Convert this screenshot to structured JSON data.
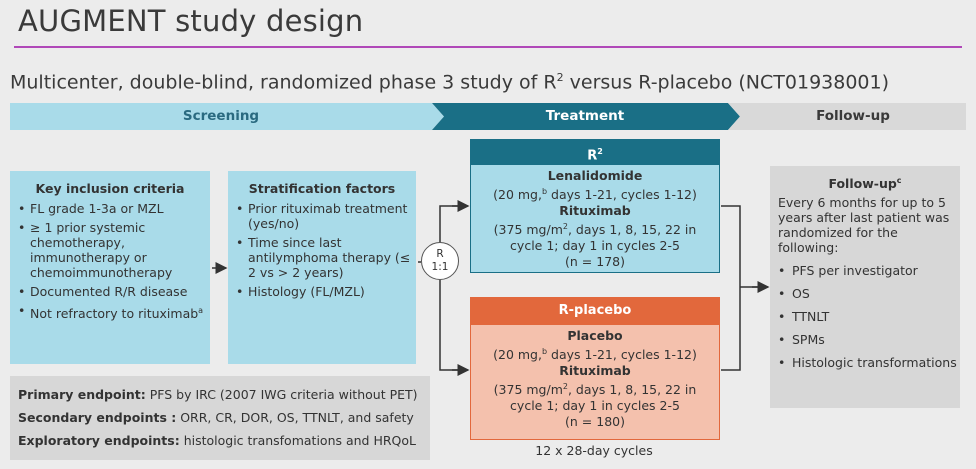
{
  "title": "AUGMENT study design",
  "subtitle": {
    "text": "Multicenter, double-blind, randomized phase 3 study of R",
    "sup": "2",
    "text2": " versus R-placebo (NCT01938001)"
  },
  "phases": {
    "screening": "Screening",
    "treatment": "Treatment",
    "followup": "Follow-up"
  },
  "inclusion": {
    "heading": "Key inclusion criteria",
    "items": [
      "FL grade 1-3a or MZL",
      "≥ 1 prior systemic chemotherapy, immunotherapy or chemoimmunotherapy",
      "Documented R/R disease",
      "Not refractory to rituximab"
    ],
    "last_item_sup": "a"
  },
  "stratification": {
    "heading": "Stratification factors",
    "items": [
      "Prior rituximab treatment (yes/no)",
      "Time since last antilymphoma therapy (≤ 2 vs > 2 years)",
      "Histology (FL/MZL)"
    ]
  },
  "randomization": {
    "line1": "R",
    "line2": "1:1"
  },
  "arm_r2": {
    "title": "R",
    "title_sup": "2",
    "drug1": "Lenalidomide",
    "dose1_a": "(20 mg,",
    "dose1_sup": "b",
    "dose1_b": " days 1-21, cycles 1-12)",
    "drug2": "Rituximab",
    "dose2_a": "(375 mg/m",
    "dose2_sup": "2",
    "dose2_b": ", days 1, 8, 15, 22 in cycle 1; day 1 in cycles 2-5",
    "n": "(n = 178)"
  },
  "arm_placebo": {
    "title": "R-placebo",
    "drug1": "Placebo",
    "dose1_a": "(20 mg,",
    "dose1_sup": "b",
    "dose1_b": " days 1-21, cycles 1-12)",
    "drug2": "Rituximab",
    "dose2_a": "(375 mg/m",
    "dose2_sup": "2",
    "dose2_b": ", days 1, 8, 15, 22 in cycle 1; day 1 in cycles 2-5",
    "n": "(n = 180)"
  },
  "cycles": "12 x 28-day cycles",
  "followup": {
    "heading": "Follow-up",
    "heading_sup": "c",
    "intro": "Every 6 months for up to 5 years after last patient was randomized for the following:",
    "items": [
      "PFS per investigator",
      "OS",
      "TTNLT",
      "SPMs",
      "Histologic transformations"
    ]
  },
  "endpoints": {
    "primary_label": "Primary endpoint:",
    "primary_text": " PFS by IRC (2007 IWG criteria without PET)",
    "secondary_label": "Secondary endpoints :",
    "secondary_text": " ORR, CR, DOR, OS, TTNLT, and safety",
    "exploratory_label": "Exploratory endpoints:",
    "exploratory_text": " histologic transfomations and HRQoL"
  },
  "colors": {
    "accent_rule": "#b048b8",
    "light_teal": "#a9dbe9",
    "dark_teal": "#1a6f86",
    "orange": "#e2683c",
    "orange_light": "#f4c1ad",
    "grey_box": "#d7d7d7"
  }
}
